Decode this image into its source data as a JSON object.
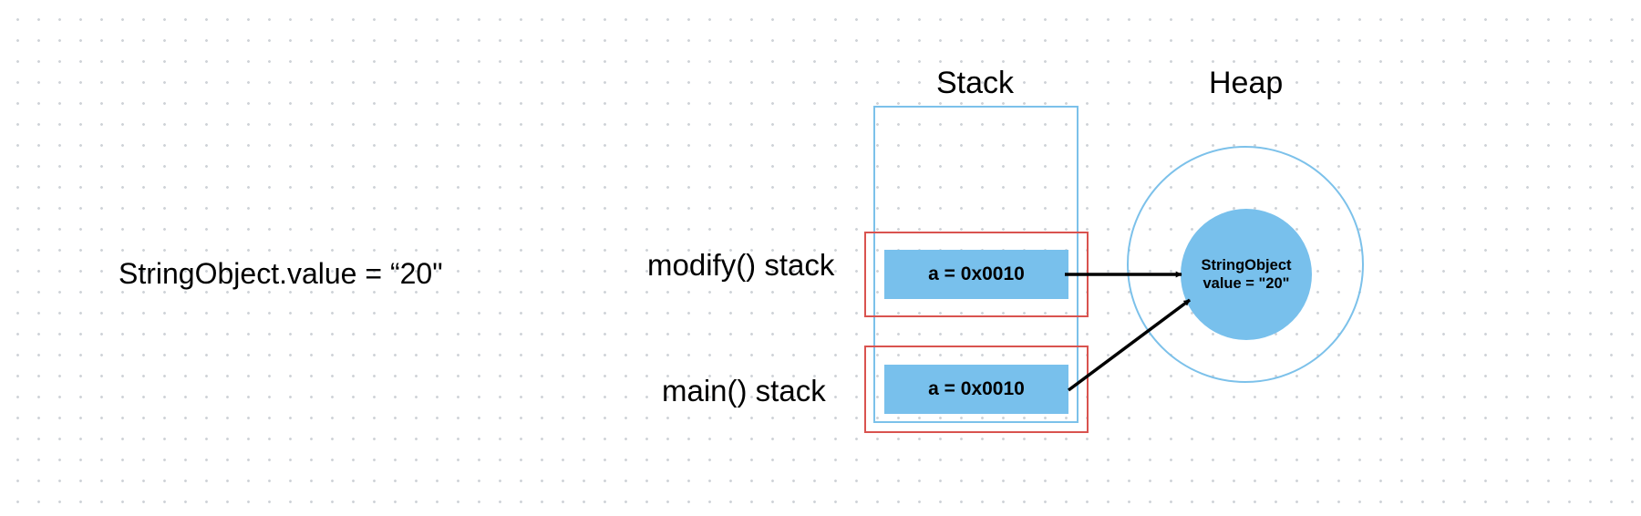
{
  "statement": "StringObject.value = “20\"",
  "stack": {
    "title": "Stack"
  },
  "heap": {
    "title": "Heap",
    "object": {
      "class_name": "StringObject",
      "value_text": "value = \"20\""
    }
  },
  "frames": [
    {
      "label": "modify() stack",
      "slot_text": "a = 0x0010"
    },
    {
      "label": "main() stack",
      "slot_text": "a = 0x0010"
    }
  ],
  "colors": {
    "stack_border": "#7cc1ea",
    "frame_border": "#d9534f",
    "slot_fill": "#78c0ec",
    "arrow": "#000000"
  }
}
